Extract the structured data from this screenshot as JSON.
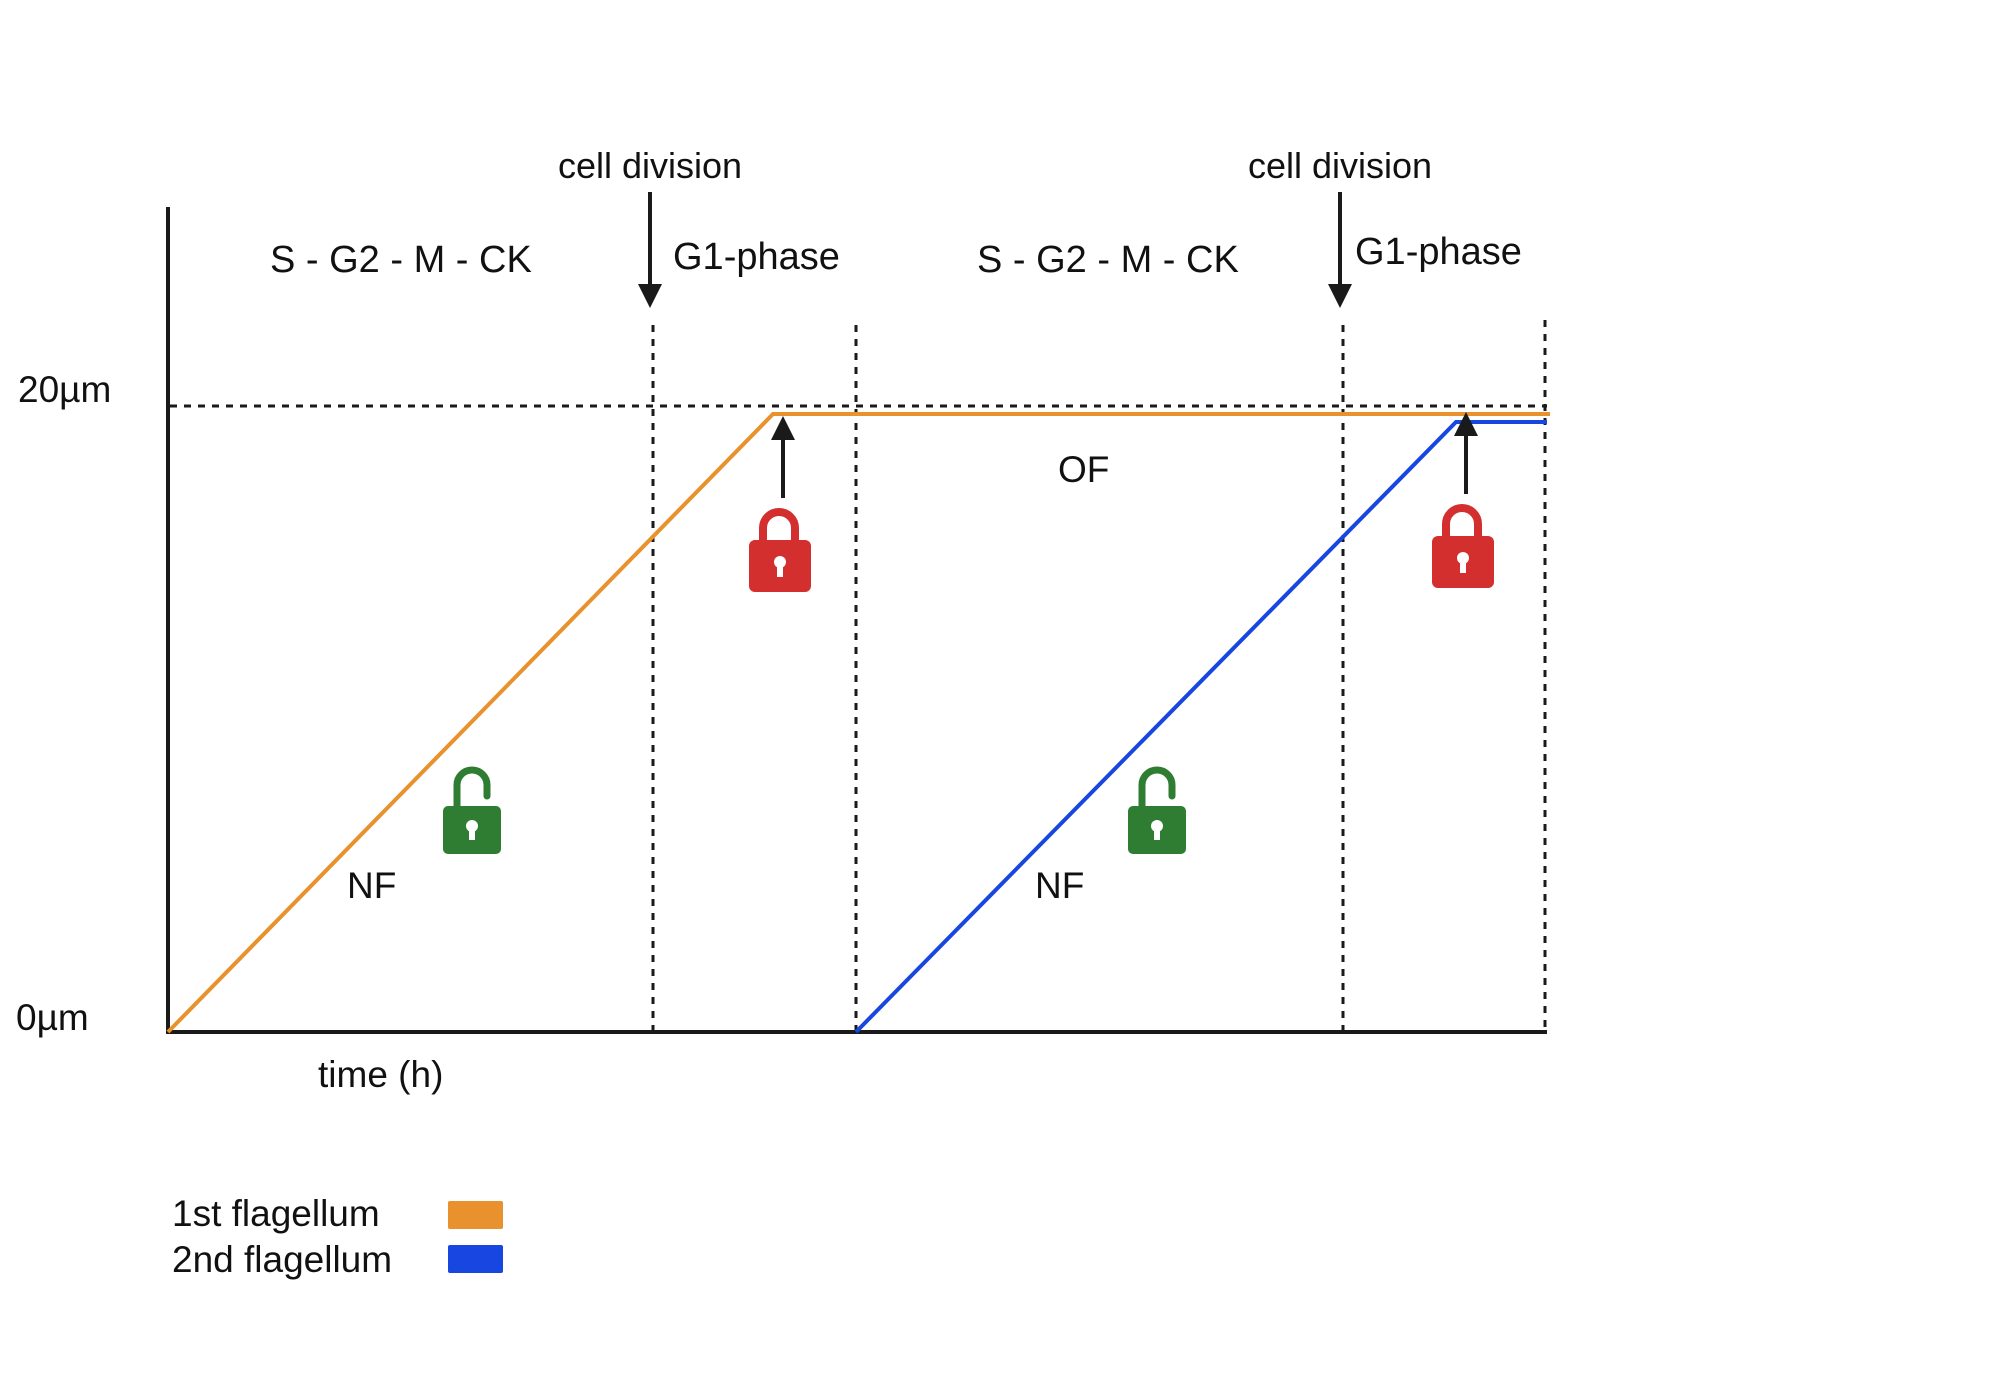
{
  "diagram": {
    "y_axis_labels": {
      "top": "20µm",
      "bottom": "0µm"
    },
    "x_axis_label": "time (h)",
    "phases": [
      {
        "label": "S - G2 - M - CK"
      },
      {
        "label": "G1-phase"
      },
      {
        "label": "S - G2 - M - CK"
      },
      {
        "label": "G1-phase"
      }
    ],
    "events": [
      {
        "label": "cell division"
      },
      {
        "label": "cell division"
      }
    ],
    "curve_labels": [
      "NF",
      "OF",
      "NF"
    ],
    "locks": [
      {
        "state": "unlocked",
        "color": "#2e7d32",
        "icon": "open-padlock-icon"
      },
      {
        "state": "locked",
        "color": "#d32f2f",
        "icon": "closed-padlock-icon"
      },
      {
        "state": "unlocked",
        "color": "#2e7d32",
        "icon": "open-padlock-icon"
      },
      {
        "state": "locked",
        "color": "#d32f2f",
        "icon": "closed-padlock-icon"
      }
    ],
    "legend": [
      {
        "label": "1st flagellum",
        "color": "#e8912d"
      },
      {
        "label": "2nd flagellum",
        "color": "#1746e0"
      }
    ]
  }
}
